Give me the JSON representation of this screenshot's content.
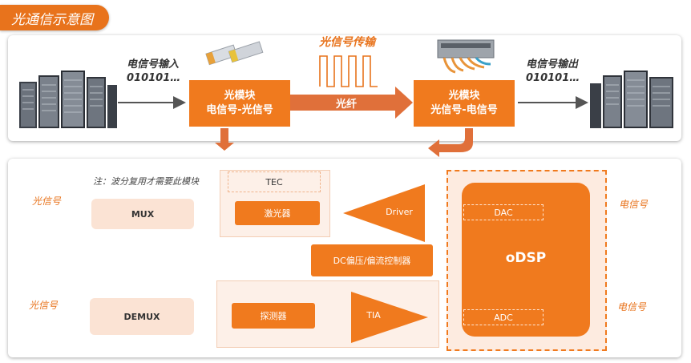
{
  "title": "光通信示意图",
  "top": {
    "elec_in": {
      "line1": "电信号输入",
      "line2": "010101…"
    },
    "elec_out": {
      "line1": "电信号输出",
      "line2": "010101…"
    },
    "tx_module": {
      "line1": "光模块",
      "line2": "电信号-光信号"
    },
    "rx_module": {
      "line1": "光模块",
      "line2": "光信号-电信号"
    },
    "optical_signal_label": "光信号传输",
    "fiber_label": "光纤"
  },
  "bottom": {
    "note": "注：波分复用才需要此模块",
    "tec": "TEC",
    "laser": "激光器",
    "driver": "Driver",
    "dc_bias": "DC偏压/偏流控制器",
    "mux": "MUX",
    "demux": "DEMUX",
    "detector": "探测器",
    "tia": "TIA",
    "dac": "DAC",
    "adc": "ADC",
    "odsp": "oDSP",
    "opt_out": "光信号",
    "opt_in": "光信号",
    "elec_in": "电信号",
    "elec_out": "电信号"
  },
  "colors": {
    "accent": "#f07a1e",
    "pale": "#fbe3d4",
    "arrow_gray": "#555555",
    "arrow_orange": "#e0703a"
  }
}
